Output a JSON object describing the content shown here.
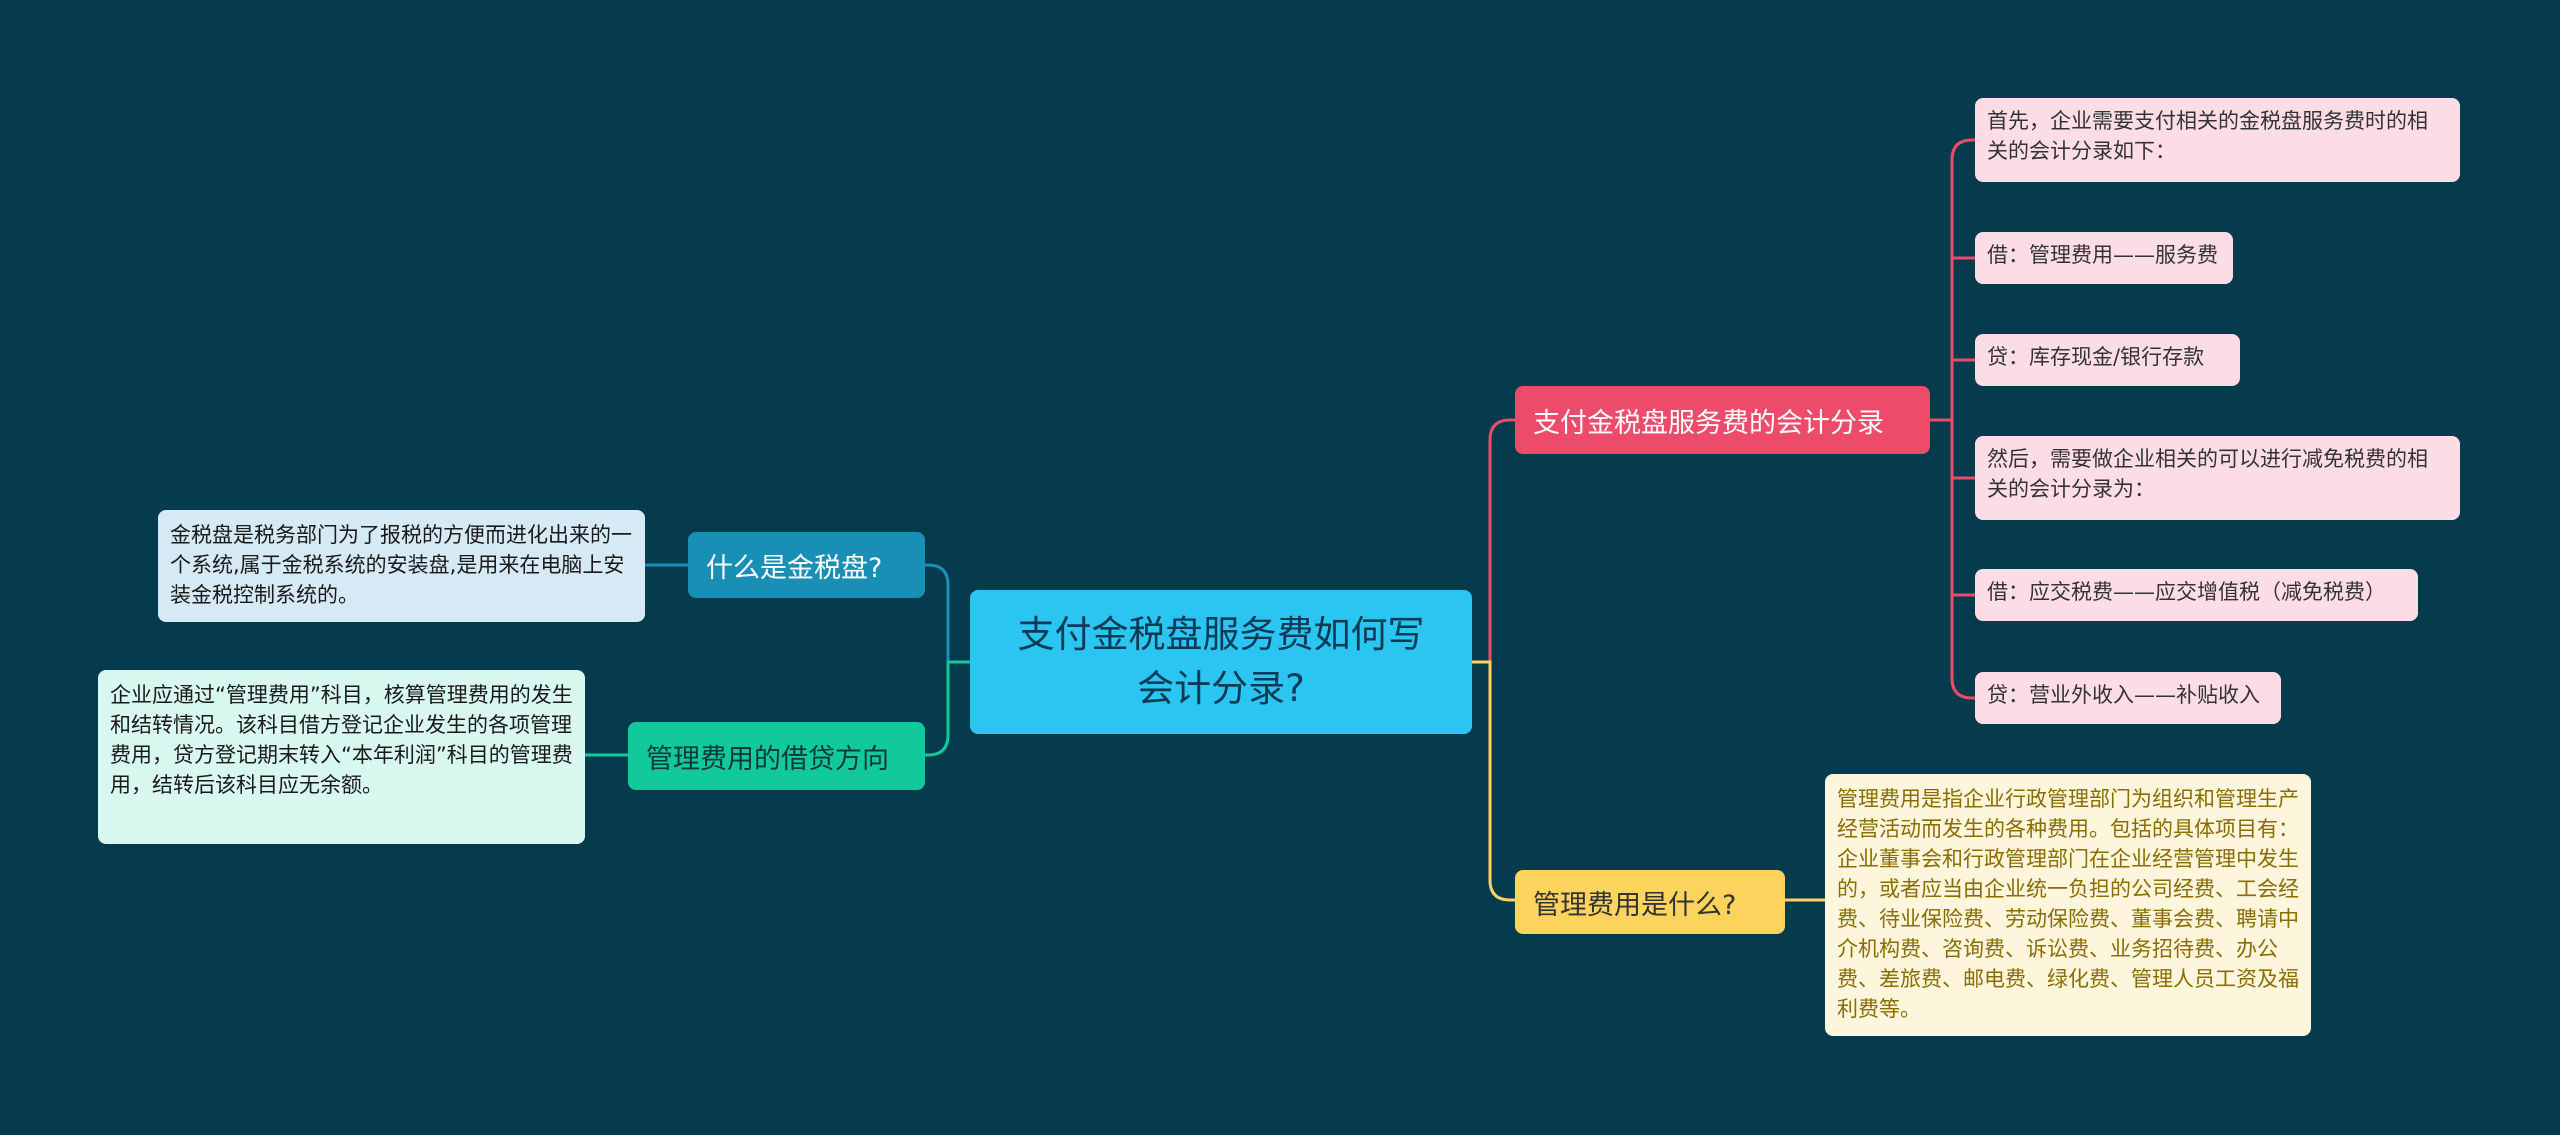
{
  "center": {
    "line1": "支付金税盘服务费如何写",
    "line2": "会计分录?"
  },
  "right_top": {
    "label": "支付金税盘服务费的会计分录",
    "items": [
      "首先，企业需要支付相关的金税盘服务费时的相关的会计分录如下：",
      "借：管理费用——服务费",
      "贷：库存现金/银行存款",
      "然后，需要做企业相关的可以进行减免税费的相关的会计分录为：",
      "借：应交税费——应交增值税（减免税费）",
      "贷：营业外收入——补贴收入"
    ]
  },
  "right_bottom": {
    "label": "管理费用是什么?",
    "note": "管理费用是指企业行政管理部门为组织和管理生产经营活动而发生的各种费用。包括的具体项目有：企业董事会和行政管理部门在企业经营管理中发生的，或者应当由企业统一负担的公司经费、工会经费、待业保险费、劳动保险费、董事会费、聘请中介机构费、咨询费、诉讼费、业务招待费、办公费、差旅费、邮电费、绿化费、管理人员工资及福利费等。"
  },
  "left_top": {
    "label": "什么是金税盘?",
    "note": "金税盘是税务部门为了报税的方便而进化出来的一个系统,属于金税系统的安装盘,是用来在电脑上安装金税控制系统的。"
  },
  "left_bottom": {
    "label": "管理费用的借贷方向",
    "note": "企业应通过“管理费用”科目，核算管理费用的发生和结转情况。该科目借方登记企业发生的各项管理费用，贷方登记期末转入“本年利润”科目的管理费用，结转后该科目应无余额。"
  },
  "colors": {
    "background": "#063a4d",
    "center": "#2bc5f2",
    "branch_right_top": "#ec4b6a",
    "branch_right_bottom": "#fcd35d",
    "branch_left_top": "#1a8fb5",
    "branch_left_bottom": "#12c99c"
  }
}
